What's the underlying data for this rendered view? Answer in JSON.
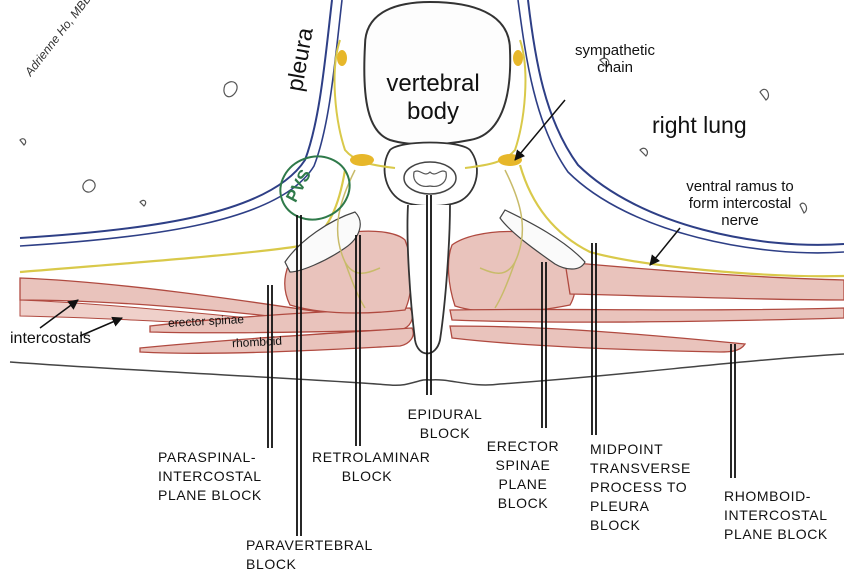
{
  "signature": "Adrienne Ho, MBBS",
  "labels": {
    "pleura": "pleura",
    "vertebral_body": "vertebral\nbody",
    "sympathetic_chain": "sympathetic\nchain",
    "right_lung": "right lung",
    "ventral_ramus": "ventral ramus to\nform intercostal\nnerve",
    "pvs": "PVS",
    "intercostals": "intercostals",
    "erector_spinae": "erector spinae",
    "rhomboid": "rhomboid"
  },
  "blocks": {
    "paraspinal": "PARASPINAL-\nINTERCOSTAL\nPLANE BLOCK",
    "paravertebral": "PARAVERTEBRAL\nBLOCK",
    "retrolaminar": "RETROLAMINAR\nBLOCK",
    "epidural": "EPIDURAL\nBLOCK",
    "erector_spinae_plane": "ERECTOR\nSPINAE\nPLANE\nBLOCK",
    "midpoint": "MIDPOINT\nTRANSVERSE\nPROCESS TO\nPLEURA\nBLOCK",
    "rhomboid_intercostal": "RHOMBOID-\nINTERCOSTAL\nPLANE BLOCK"
  },
  "colors": {
    "muscle_fill": "#e9c3bc",
    "muscle_stroke": "#b04a40",
    "nerve": "#d9c94a",
    "nerve_dark": "#e7b72a",
    "pleura_line": "#2e3f86",
    "pvs_circle": "#2f7a4a"
  }
}
